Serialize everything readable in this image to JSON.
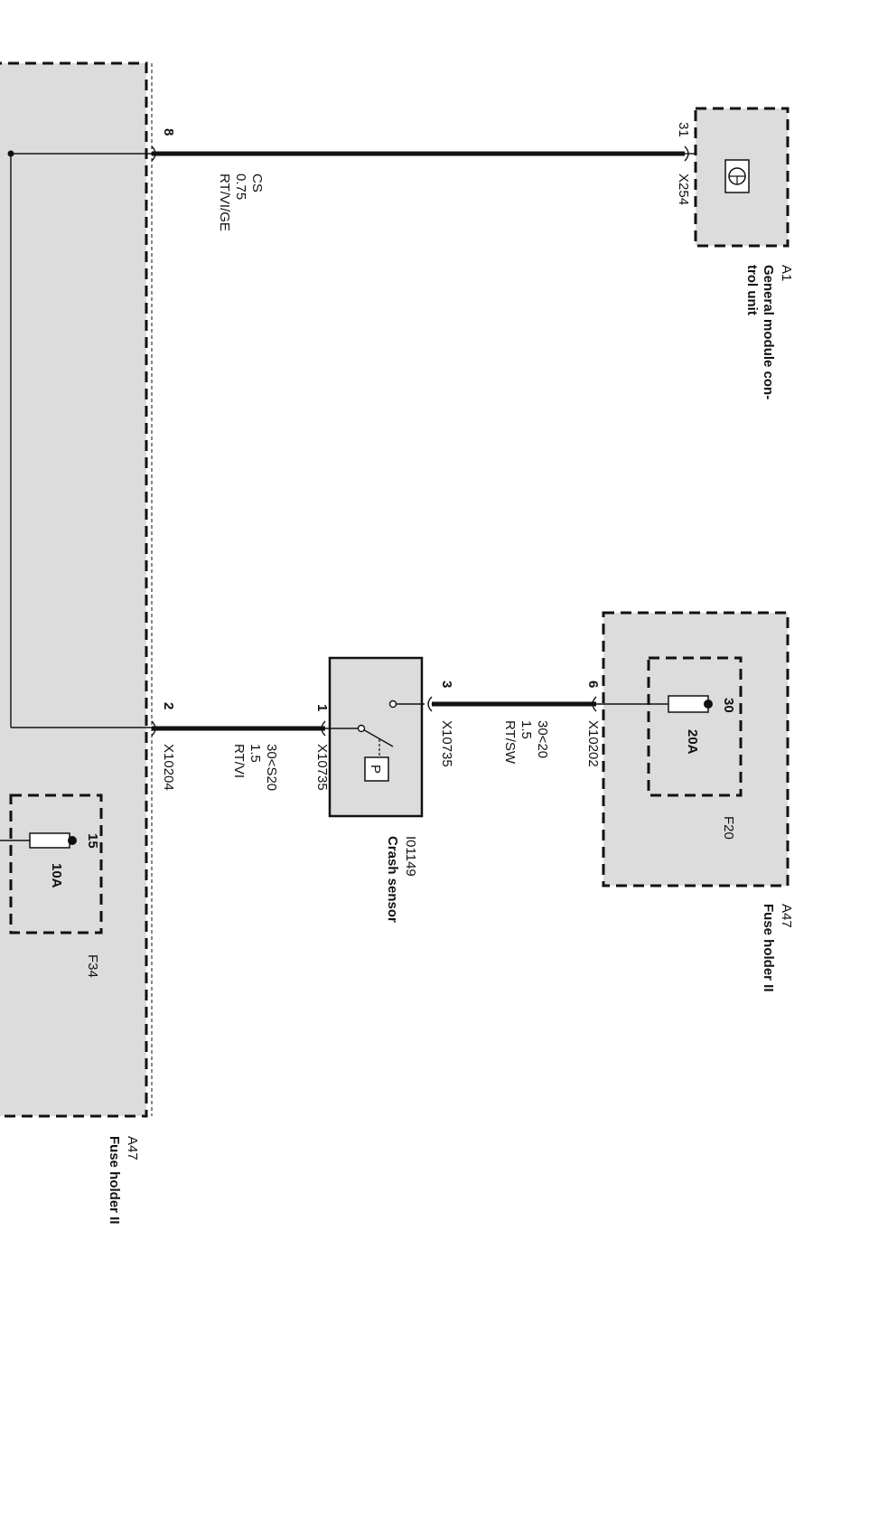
{
  "fuse_holder_left": {
    "ref": "A47",
    "name": "Fuse holder II"
  },
  "fuse_F34": {
    "ref": "F34",
    "pin": "15",
    "rating": "10A"
  },
  "module_A1": {
    "ref": "A1",
    "name_line1": "General module con-",
    "name_line2": "trol unit",
    "connector": "X254",
    "pin": "31",
    "icon": "module-symbol-icon"
  },
  "fuse_holder_right": {
    "ref": "A47",
    "name": "Fuse holder II"
  },
  "fuse_F20": {
    "ref": "F20",
    "pin": "30",
    "rating": "20A"
  },
  "crash_sensor": {
    "ref": "I01149",
    "name": "Crash sensor",
    "connector": "X10735",
    "pin_in": "1",
    "pin_out": "3",
    "icon": "pressure-switch-icon",
    "symbol": "P"
  },
  "wire_top": {
    "pin_left": "8",
    "code": "CS",
    "size": "0.75",
    "color": "RT/VI/GE"
  },
  "wire_sensor_in": {
    "pin_left": "2",
    "connector": "X10204",
    "circuit": "30<S20",
    "size": "1.5",
    "color": "RT/VI"
  },
  "wire_sensor_out": {
    "pin": "6",
    "connector": "X10202",
    "circuit": "30<20",
    "size": "1.5",
    "color": "RT/SW"
  }
}
